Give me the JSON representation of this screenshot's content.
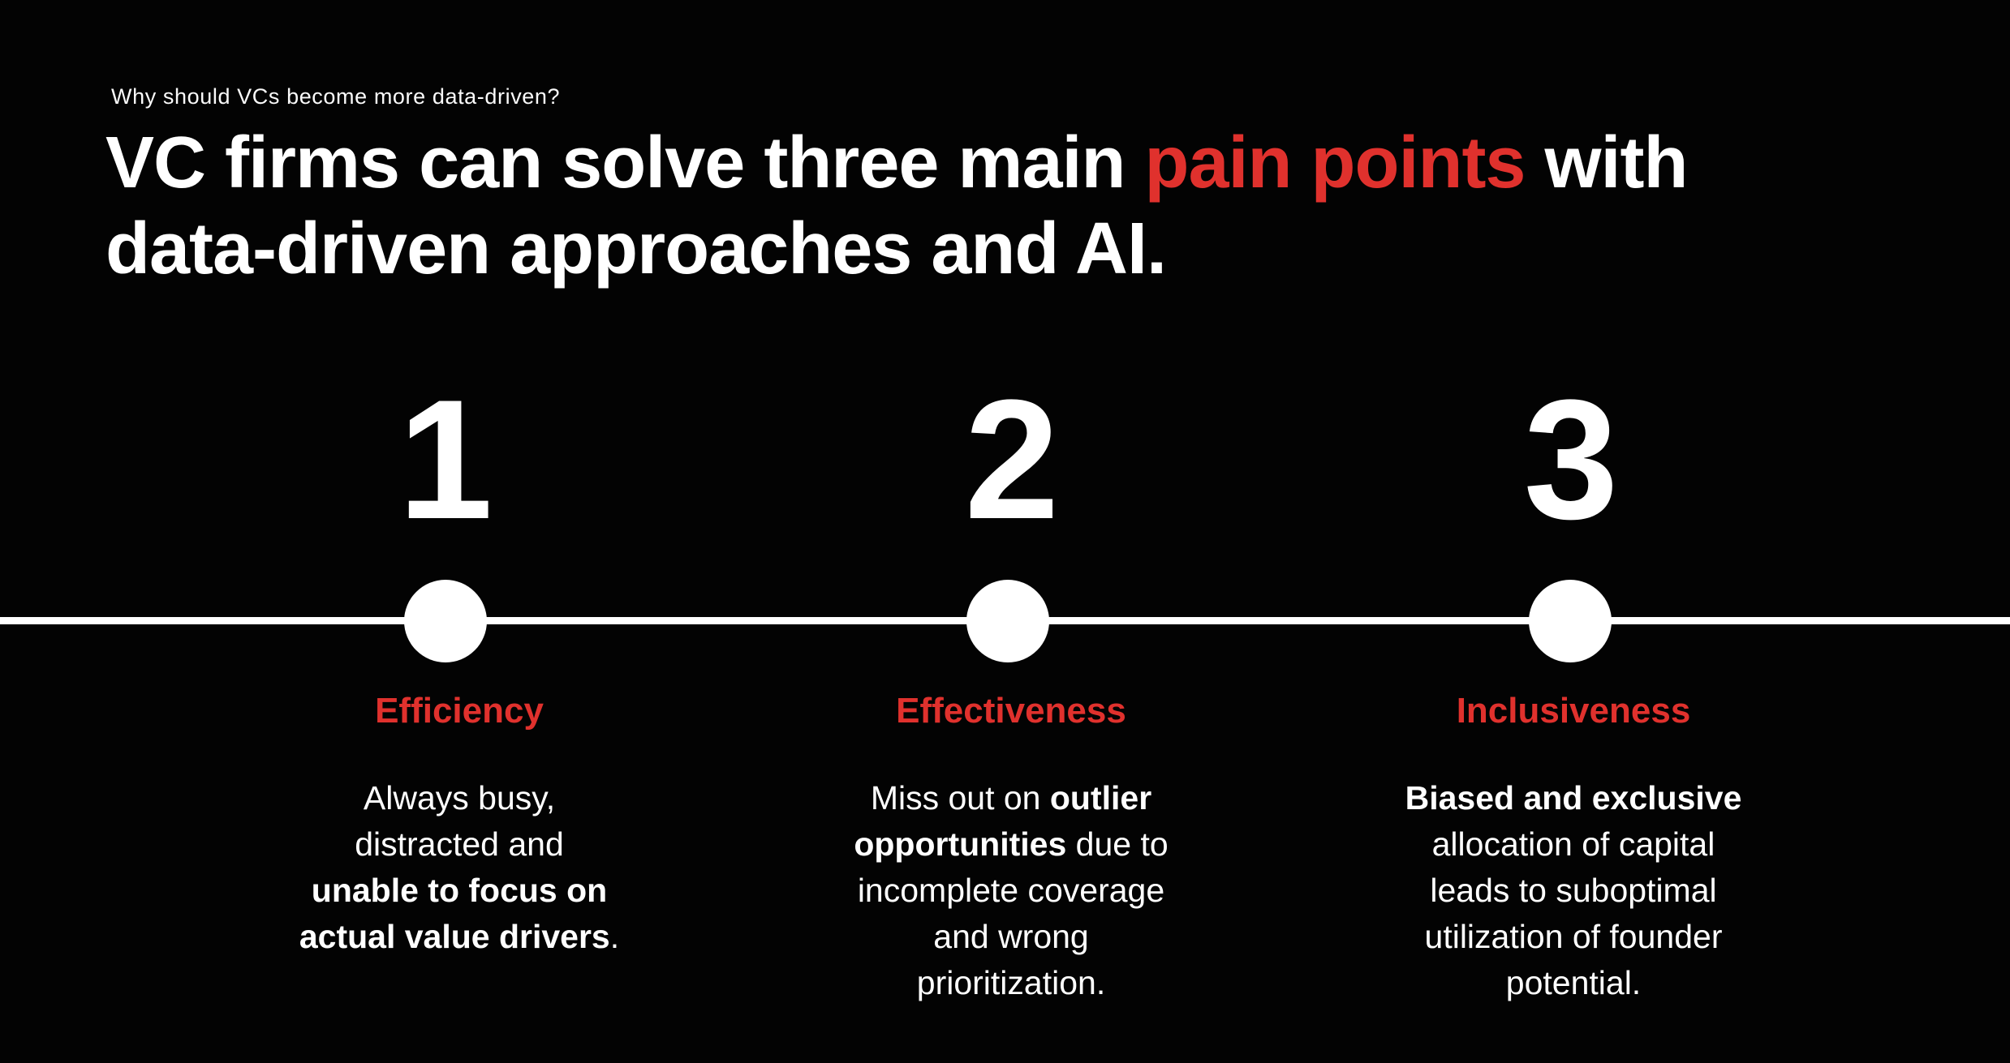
{
  "accent_color": "#e0312d",
  "background_color": "#030303",
  "kicker": "Why should VCs become more data-driven?",
  "headline": {
    "line1_pre": "VC firms can solve three main ",
    "line1_highlight": "pain points",
    "line1_post": " with",
    "line2": "data-driven approaches and AI."
  },
  "columns": [
    {
      "number": "1",
      "heading": "Efficiency",
      "body": [
        [
          {
            "text": "Always busy,",
            "bold": false
          }
        ],
        [
          {
            "text": "distracted and",
            "bold": false
          }
        ],
        [
          {
            "text": "unable to focus on",
            "bold": true
          }
        ],
        [
          {
            "text": "actual value drivers",
            "bold": true
          },
          {
            "text": ".",
            "bold": false
          }
        ]
      ]
    },
    {
      "number": "2",
      "heading": "Effectiveness",
      "body": [
        [
          {
            "text": "Miss out on ",
            "bold": false
          },
          {
            "text": "outlier",
            "bold": true
          }
        ],
        [
          {
            "text": "opportunities",
            "bold": true
          },
          {
            "text": " due to",
            "bold": false
          }
        ],
        [
          {
            "text": "incomplete coverage",
            "bold": false
          }
        ],
        [
          {
            "text": "and wrong",
            "bold": false
          }
        ],
        [
          {
            "text": "prioritization.",
            "bold": false
          }
        ]
      ]
    },
    {
      "number": "3",
      "heading": "Inclusiveness",
      "body": [
        [
          {
            "text": "Biased and exclusive",
            "bold": true
          }
        ],
        [
          {
            "text": "allocation of capital",
            "bold": false
          }
        ],
        [
          {
            "text": "leads to suboptimal",
            "bold": false
          }
        ],
        [
          {
            "text": "utilization of founder",
            "bold": false
          }
        ],
        [
          {
            "text": "potential.",
            "bold": false
          }
        ]
      ]
    }
  ]
}
